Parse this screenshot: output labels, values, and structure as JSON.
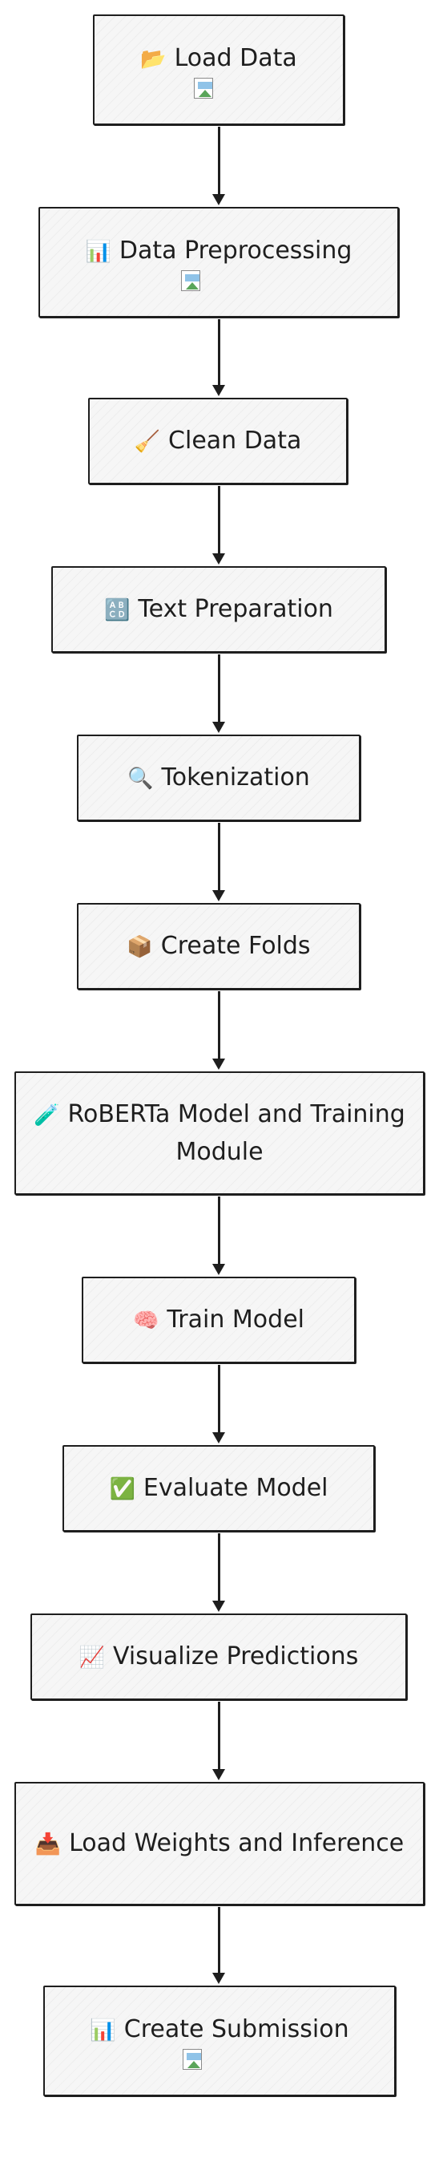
{
  "diagram": {
    "nodes": [
      {
        "id": "load-data",
        "icon": "📂",
        "icon_name": "folder-icon",
        "label": "Load Data",
        "has_image": true
      },
      {
        "id": "data-preprocessing",
        "icon": "📊",
        "icon_name": "bar-chart-icon",
        "label": "Data Preprocessing",
        "has_image": true
      },
      {
        "id": "clean-data",
        "icon": "🧹",
        "icon_name": "broom-icon",
        "label": "Clean Data",
        "has_image": false
      },
      {
        "id": "text-preparation",
        "icon": "🔠",
        "icon_name": "abcd-letters-icon",
        "label": "Text Preparation",
        "has_image": false
      },
      {
        "id": "tokenization",
        "icon": "🔍",
        "icon_name": "magnifier-icon",
        "label": "Tokenization",
        "has_image": false
      },
      {
        "id": "create-folds",
        "icon": "📦",
        "icon_name": "package-icon",
        "label": "Create Folds",
        "has_image": false
      },
      {
        "id": "roberta-model",
        "icon": "🧪",
        "icon_name": "test-tube-icon",
        "label": "RoBERTa Model and Training Module",
        "has_image": false
      },
      {
        "id": "train-model",
        "icon": "🧠",
        "icon_name": "brain-icon",
        "label": "Train Model",
        "has_image": false
      },
      {
        "id": "evaluate-model",
        "icon": "✅",
        "icon_name": "check-mark-icon",
        "label": "Evaluate Model",
        "has_image": false
      },
      {
        "id": "visualize-predictions",
        "icon": "📈",
        "icon_name": "line-chart-icon",
        "label": "Visualize Predictions",
        "has_image": false
      },
      {
        "id": "load-weights",
        "icon": "📥",
        "icon_name": "inbox-tray-icon",
        "label": "Load Weights and Inference",
        "has_image": false
      },
      {
        "id": "create-submission",
        "icon": "📊",
        "icon_name": "bar-chart-icon",
        "label": "Create Submission",
        "has_image": true
      }
    ],
    "edges": [
      {
        "from": "load-data",
        "to": "data-preprocessing"
      },
      {
        "from": "data-preprocessing",
        "to": "clean-data"
      },
      {
        "from": "clean-data",
        "to": "text-preparation"
      },
      {
        "from": "text-preparation",
        "to": "tokenization"
      },
      {
        "from": "tokenization",
        "to": "create-folds"
      },
      {
        "from": "create-folds",
        "to": "roberta-model"
      },
      {
        "from": "roberta-model",
        "to": "train-model"
      },
      {
        "from": "train-model",
        "to": "evaluate-model"
      },
      {
        "from": "evaluate-model",
        "to": "visualize-predictions"
      },
      {
        "from": "visualize-predictions",
        "to": "load-weights"
      },
      {
        "from": "load-weights",
        "to": "create-submission"
      }
    ],
    "colors": {
      "stroke": "#1e1e1e",
      "node_fill": "#f6f6f6",
      "background": "#ffffff"
    }
  }
}
